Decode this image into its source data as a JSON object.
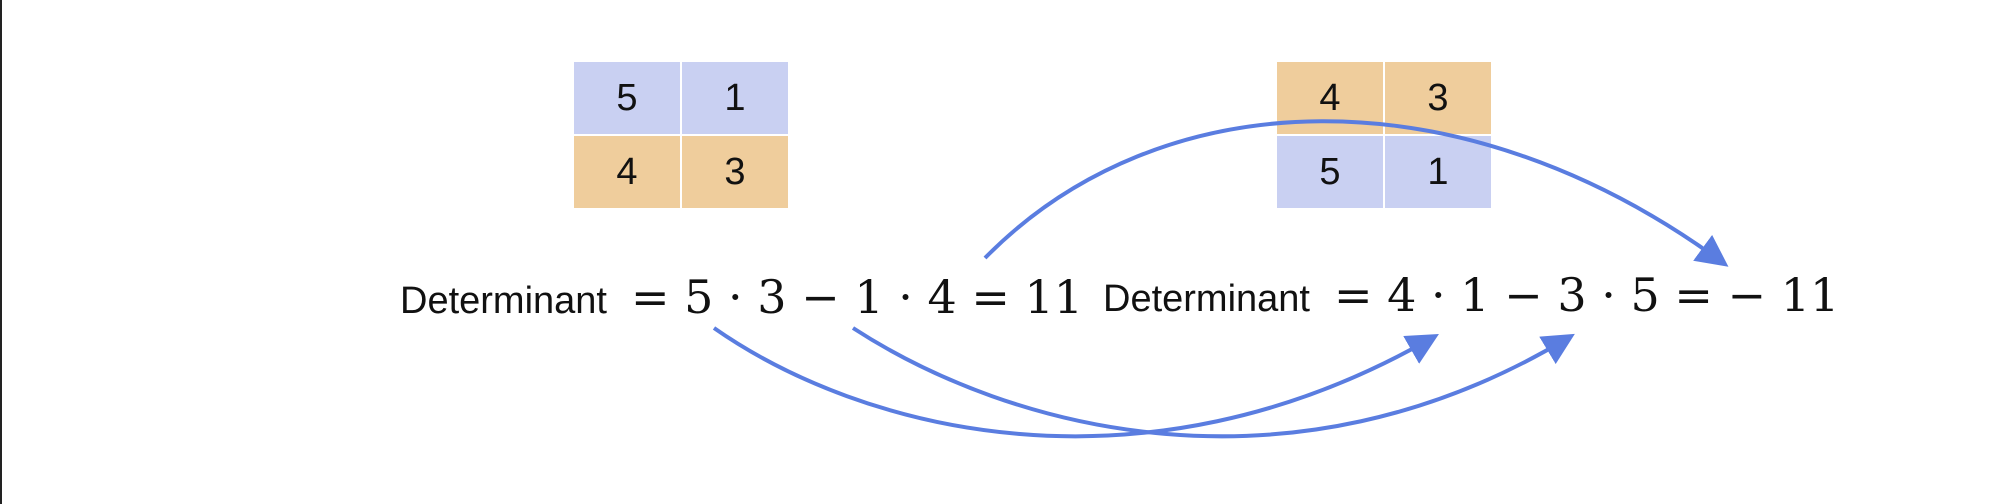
{
  "matrices": {
    "left": {
      "rows": [
        [
          "5",
          "1"
        ],
        [
          "4",
          "3"
        ]
      ]
    },
    "right": {
      "rows": [
        [
          "4",
          "3"
        ],
        [
          "5",
          "1"
        ]
      ]
    }
  },
  "equations": {
    "left": {
      "label": "Determinant",
      "expression": "= 5 · 3 − 1 · 4 = 11"
    },
    "right": {
      "label": "Determinant",
      "expression": "= 4 · 1 − 3 · 5 = − 11"
    }
  },
  "colors": {
    "row_blue": "#c9d0f2",
    "row_orange": "#efcd9c",
    "arrow": "#5a7de0",
    "text": "#111111"
  }
}
